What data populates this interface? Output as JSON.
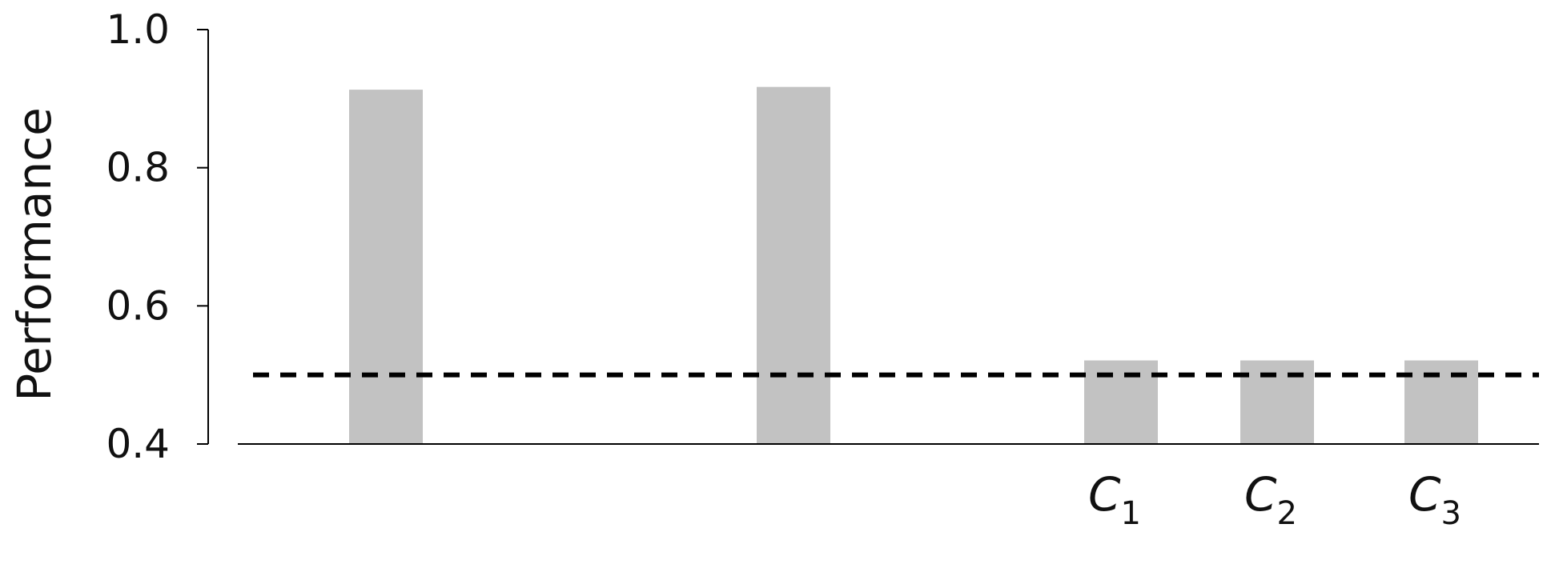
{
  "chart_data": {
    "type": "bar",
    "categories": [
      "",
      "",
      "C1",
      "C2",
      "C3"
    ],
    "category_labels": [
      {
        "main": "",
        "sub": ""
      },
      {
        "main": "",
        "sub": ""
      },
      {
        "main": "C",
        "sub": "1"
      },
      {
        "main": "C",
        "sub": "2"
      },
      {
        "main": "C",
        "sub": "3"
      }
    ],
    "values": [
      0.913,
      0.917,
      0.521,
      0.521,
      0.521
    ],
    "ylabel": "Performance",
    "ylim": [
      0.4,
      1.0
    ],
    "yticks": [
      "0.4",
      "0.6",
      "0.8",
      "1.0"
    ],
    "reference_line": {
      "value": 0.5,
      "style": "dashed"
    },
    "grid": false,
    "colors": {
      "bar": "#c2c2c2",
      "axis": "#000000",
      "reference": "#000000"
    }
  }
}
